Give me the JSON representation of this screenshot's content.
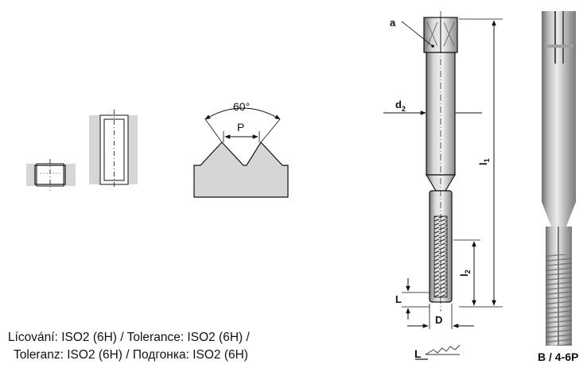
{
  "angle_label": "60°",
  "pitch_label": "P",
  "dims": {
    "a": "a",
    "d2": "d",
    "d2_sub": "2",
    "l1": "l",
    "l1_sub": "1",
    "l2": "l",
    "l2_sub": "2",
    "L": "L",
    "D": "D"
  },
  "caption": {
    "line1": "Lícování: ISO2 (6H)  / Tolerance: ISO2 (6H) /",
    "line2": "Toleranz: ISO2 (6H) / Подгонка: ISO2 (6H)"
  },
  "chamfer_label": "L",
  "form_label": "B / 4-6P"
}
